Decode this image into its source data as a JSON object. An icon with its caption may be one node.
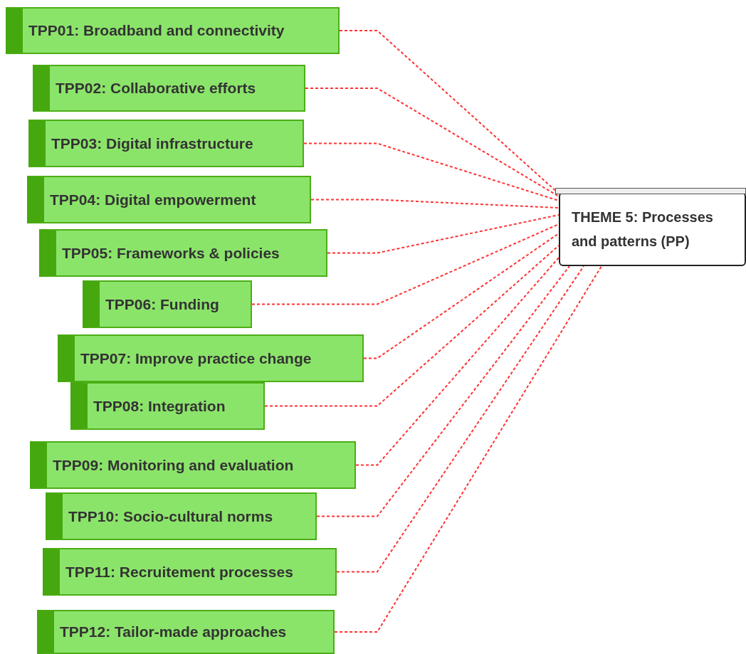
{
  "diagram": {
    "nodes": [
      {
        "text": [
          "TPP01: Broadband and connectivity"
        ]
      },
      {
        "text": [
          "TPP02: Collaborative efforts"
        ]
      },
      {
        "text": [
          "TPP03: Digital infrastructure"
        ]
      },
      {
        "text": [
          "TPP04: Digital empowerment"
        ]
      },
      {
        "text": [
          "TPP05: Frameworks & policies"
        ]
      },
      {
        "text": [
          "TPP06: Funding"
        ]
      },
      {
        "text": [
          "TPP07: Improve practice change"
        ]
      },
      {
        "text": [
          "TPP08: Integration"
        ]
      },
      {
        "text": [
          "TPP09: Monitoring and evaluation"
        ]
      },
      {
        "text": [
          "TPP10: Socio-cultural norms"
        ]
      },
      {
        "text": [
          "TPP11: Recruitement processes"
        ]
      },
      {
        "text": [
          "TPP12: Tailor-made approaches"
        ]
      },
      {
        "text": [
          "THEME 5: Processes and patterns (PP)"
        ]
      }
    ],
    "edges": [
      {
        "from": 0,
        "to": 12,
        "arrow": "none",
        "style": "dashed",
        "color": "#ff3333"
      },
      {
        "from": 1,
        "to": 12,
        "arrow": "none",
        "style": "dashed",
        "color": "#ff3333"
      },
      {
        "from": 2,
        "to": 12,
        "arrow": "none",
        "style": "dashed",
        "color": "#ff3333"
      },
      {
        "from": 3,
        "to": 12,
        "arrow": "none",
        "style": "dashed",
        "color": "#ff3333"
      },
      {
        "from": 4,
        "to": 12,
        "arrow": "none",
        "style": "dashed",
        "color": "#ff3333"
      },
      {
        "from": 5,
        "to": 12,
        "arrow": "none",
        "style": "dashed",
        "color": "#ff3333"
      },
      {
        "from": 6,
        "to": 12,
        "arrow": "none",
        "style": "dashed",
        "color": "#ff3333"
      },
      {
        "from": 7,
        "to": 12,
        "arrow": "none",
        "style": "dashed",
        "color": "#ff3333"
      },
      {
        "from": 8,
        "to": 12,
        "arrow": "none",
        "style": "dashed",
        "color": "#ff3333"
      },
      {
        "from": 9,
        "to": 12,
        "arrow": "none",
        "style": "dashed",
        "color": "#ff3333"
      },
      {
        "from": 10,
        "to": 12,
        "arrow": "none",
        "style": "dashed",
        "color": "#ff3333"
      },
      {
        "from": 11,
        "to": 12,
        "arrow": "none",
        "style": "dashed",
        "color": "#ff3333"
      }
    ]
  }
}
